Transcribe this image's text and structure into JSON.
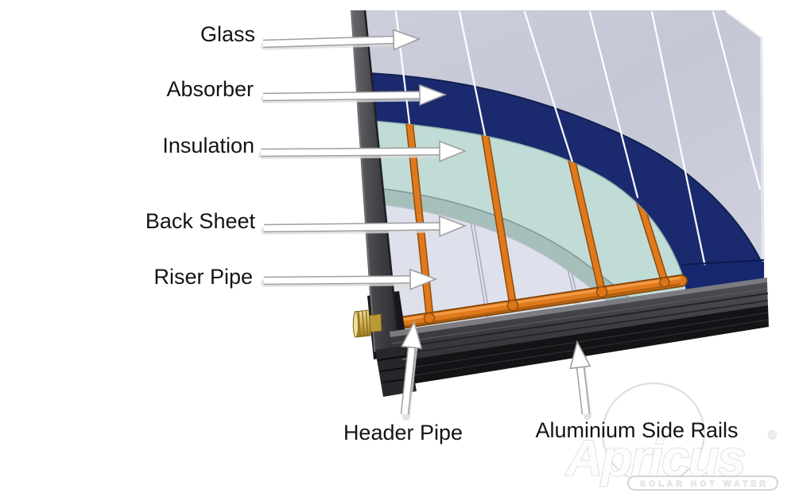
{
  "diagram": {
    "subject": "Solar flat plate collector corner cutaway",
    "callouts": [
      {
        "id": "glass",
        "label": "Glass"
      },
      {
        "id": "absorber",
        "label": "Absorber"
      },
      {
        "id": "insulation",
        "label": "Insulation"
      },
      {
        "id": "back-sheet",
        "label": "Back Sheet"
      },
      {
        "id": "riser-pipe",
        "label": "Riser Pipe"
      },
      {
        "id": "header-pipe",
        "label": "Header Pipe"
      },
      {
        "id": "side-rails",
        "label": "Aluminium Side Rails"
      }
    ],
    "colors": {
      "glass": "#c7c9d7",
      "absorber": "#1b2a6e",
      "insulation": "#c1dcd6",
      "insulation_edge": "#a6bfbb",
      "back_sheet": "#dee1eb",
      "pipe_orange": "#e0791c",
      "pipe_outline": "#8f4d0d",
      "brass": "#d4b254",
      "frame_dark": "#404044",
      "frame_black": "#141417",
      "label_text": "#141414"
    },
    "watermark": {
      "brand": "Apricus",
      "registered_mark": "®",
      "tagline": "SOLAR HOT WATER"
    }
  }
}
